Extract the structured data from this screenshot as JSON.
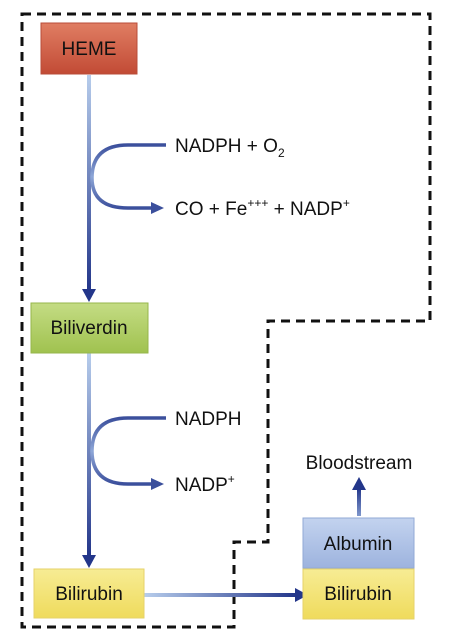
{
  "nodes": {
    "heme": "HEME",
    "biliverdin": "Biliverdin",
    "bilirubin_left": "Bilirubin",
    "albumin": "Albumin",
    "bilirubin_right": "Bilirubin",
    "bloodstream": "Bloodstream"
  },
  "reaction1": {
    "input": {
      "main": "NADPH + O",
      "sub": "2"
    },
    "output": {
      "part1": "CO + Fe",
      "sup1": "+++",
      "part2": " + NADP",
      "sup2": "+"
    }
  },
  "reaction2": {
    "input": "NADPH",
    "output": {
      "main": "NADP",
      "sup": "+"
    }
  },
  "colors": {
    "heme_box": "#c95a45",
    "biliverdin_box": "#a9c95a",
    "bilirubin_box": "#f2e06a",
    "albumin_box": "#a8bde0",
    "arrow_dark": "#2b3f8f",
    "arrow_light": "#a9c3e8",
    "boundary": "#111111"
  },
  "icons": [
    "arrow-head",
    "curved-reaction-arrow"
  ],
  "boundary_style": "dashed"
}
